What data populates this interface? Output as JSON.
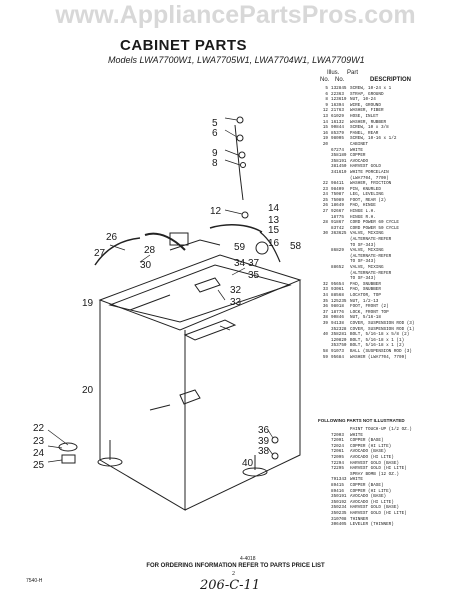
{
  "watermark": "www.AppliancePartsPros.com",
  "title": "CABINET PARTS",
  "models_line": "Models LWA7700W1, LWA7705W1, LWA7704W1, LWA7709W1",
  "col_head": {
    "illus": "Illus.",
    "part": "Part",
    "no1": "No.",
    "no2": "No.",
    "description": "DESCRIPTION"
  },
  "parts": [
    {
      "k": "5",
      "p": "132845",
      "d": "SCREW, 10-24 x 1"
    },
    {
      "k": "6",
      "p": "22363",
      "d": "STRAP, GROUND"
    },
    {
      "k": "8",
      "p": "123619",
      "d": "NUT, 10-24"
    },
    {
      "k": "9",
      "p": "16394",
      "d": "WIRE, GROUND"
    },
    {
      "k": "12",
      "p": "21763",
      "d": "WASHER, FIBER"
    },
    {
      "k": "13",
      "p": "61029",
      "d": "HOSE, INLET"
    },
    {
      "k": "14",
      "p": "16132",
      "d": "WASHER, RUBBER"
    },
    {
      "k": "15",
      "p": "90844",
      "d": "SCREW, 10 x 3/8"
    },
    {
      "k": "16",
      "p": "85379",
      "d": "PANEL, REAR"
    },
    {
      "k": "19",
      "p": "98005",
      "d": "SCREW, 10-16 x 1/2"
    },
    {
      "k": "20",
      "p": "",
      "d": "CABINET"
    },
    {
      "k": "",
      "p": "67274",
      "d": "WHITE"
    },
    {
      "k": "",
      "p": "358189",
      "d": "COPPER"
    },
    {
      "k": "",
      "p": "358191",
      "d": "AVOCADO"
    },
    {
      "k": "",
      "p": "381450",
      "d": "HARVEST GOLD"
    },
    {
      "k": "",
      "p": "341610",
      "d": "WHITE PORCELAIN"
    },
    {
      "k": "",
      "p": "",
      "d": "(LWA7704, 7709)"
    },
    {
      "k": "22",
      "p": "98411",
      "d": "WASHER, FRICTION"
    },
    {
      "k": "23",
      "p": "98409",
      "d": "PIN, KNURLED"
    },
    {
      "k": "24",
      "p": "75087",
      "d": "LEG, LEVELING"
    },
    {
      "k": "25",
      "p": "75089",
      "d": "FOOT, REAR (2)"
    },
    {
      "k": "26",
      "p": "18649",
      "d": "PAD, HINGE"
    },
    {
      "k": "27",
      "p": "92667",
      "d": "HINGE L.H."
    },
    {
      "k": "",
      "p": "18775",
      "d": "HINGE R.H."
    },
    {
      "k": "28",
      "p": "91867",
      "d": "CORD POWER 60 CYCLE"
    },
    {
      "k": "",
      "p": "83742",
      "d": "CORD POWER 50 CYCLE"
    },
    {
      "k": "30",
      "p": "363625",
      "d": "VALVE, MIXING"
    },
    {
      "k": "",
      "p": "",
      "d": "(ALTERNATE-REFER"
    },
    {
      "k": "",
      "p": "",
      "d": "TO SF-343)"
    },
    {
      "k": "",
      "p": "86829",
      "d": "VALVE, MIXING"
    },
    {
      "k": "",
      "p": "",
      "d": "(ALTERNATE-REFER"
    },
    {
      "k": "",
      "p": "",
      "d": "TO SF-343)"
    },
    {
      "k": "",
      "p": "88652",
      "d": "VALVE, MIXING"
    },
    {
      "k": "",
      "p": "",
      "d": "(ALTERNATE-REFER"
    },
    {
      "k": "",
      "p": "",
      "d": "TO SF-343)"
    },
    {
      "k": "32",
      "p": "95654",
      "d": "PAD, SNUBBER"
    },
    {
      "k": "33",
      "p": "93061",
      "d": "PAD, SNUBBER"
    },
    {
      "k": "34",
      "p": "88568",
      "d": "LOCATOR, TOP"
    },
    {
      "k": "35",
      "p": "125235",
      "d": "NUT, 1/2-13"
    },
    {
      "k": "36",
      "p": "98018",
      "d": "FOOT, FRONT (2)"
    },
    {
      "k": "37",
      "p": "18776",
      "d": "LOCK, FRONT TOP"
    },
    {
      "k": "38",
      "p": "90846",
      "d": "NUT, 5/16-18"
    },
    {
      "k": "39",
      "p": "94138",
      "d": "COVER, SUSPENSION ROD (3)"
    },
    {
      "k": "",
      "p": "352328",
      "d": "COVER, SUSPENSION ROD (1)"
    },
    {
      "k": "40",
      "p": "358281",
      "d": "BOLT, 5/16-18 x 5/8 (2)"
    },
    {
      "k": "",
      "p": "120820",
      "d": "BOLT, 5/16-18 x 1 (1)"
    },
    {
      "k": "",
      "p": "353750",
      "d": "BOLT, 5/16-18 x 1 (2)"
    },
    {
      "k": "58",
      "p": "91073",
      "d": "BALL (SUSPENSION ROD (3)"
    },
    {
      "k": "59",
      "p": "95684",
      "d": "WASHER (LWA7704, 7709)"
    }
  ],
  "following_header": "FOLLOWING PARTS NOT ILLUSTRATED",
  "parts2": [
    {
      "p": "",
      "d": "PAINT TOUCH-UP (1/2 OZ.)"
    },
    {
      "p": "72003",
      "d": "WHITE"
    },
    {
      "p": "72091",
      "d": "COPPER (BASE)"
    },
    {
      "p": "72024",
      "d": "COPPER (HI LITE)"
    },
    {
      "p": "72061",
      "d": "AVOCADO (BASE)"
    },
    {
      "p": "72095",
      "d": "AVOCADO (HI LITE)"
    },
    {
      "p": "72294",
      "d": "HARVEST GOLD (BASE)"
    },
    {
      "p": "72295",
      "d": "HARVEST GOLD (HI LITE)"
    },
    {
      "p": "",
      "d": "SPRAY BOMB (12 OZ.)"
    },
    {
      "p": "791343",
      "d": "WHITE"
    },
    {
      "p": "89415",
      "d": "COPPER (BASE)"
    },
    {
      "p": "89416",
      "d": "COPPER (HI LITE)"
    },
    {
      "p": "350191",
      "d": "AVOCADO (BASE)"
    },
    {
      "p": "350192",
      "d": "AVOCADO (HI LITE)"
    },
    {
      "p": "350234",
      "d": "HARVEST GOLD (BASE)"
    },
    {
      "p": "350235",
      "d": "HARVEST GOLD (HI LITE)"
    },
    {
      "p": "310708",
      "d": "THINNER"
    },
    {
      "p": "306405",
      "d": "LEVELER (THINNER)"
    }
  ],
  "diagram_code": "4-4018",
  "footer": "FOR ORDERING INFORMATION REFER TO PARTS PRICE LIST",
  "page_number": "2",
  "side_code": "7540-H",
  "handwritten": "206-C-11",
  "callouts": [
    "5",
    "6",
    "9",
    "8",
    "12",
    "13",
    "14",
    "15",
    "16",
    "19",
    "20",
    "22",
    "23",
    "24",
    "25",
    "26",
    "27",
    "28",
    "30",
    "32",
    "33",
    "34",
    "35",
    "36",
    "37",
    "38",
    "39",
    "40",
    "58",
    "59"
  ]
}
